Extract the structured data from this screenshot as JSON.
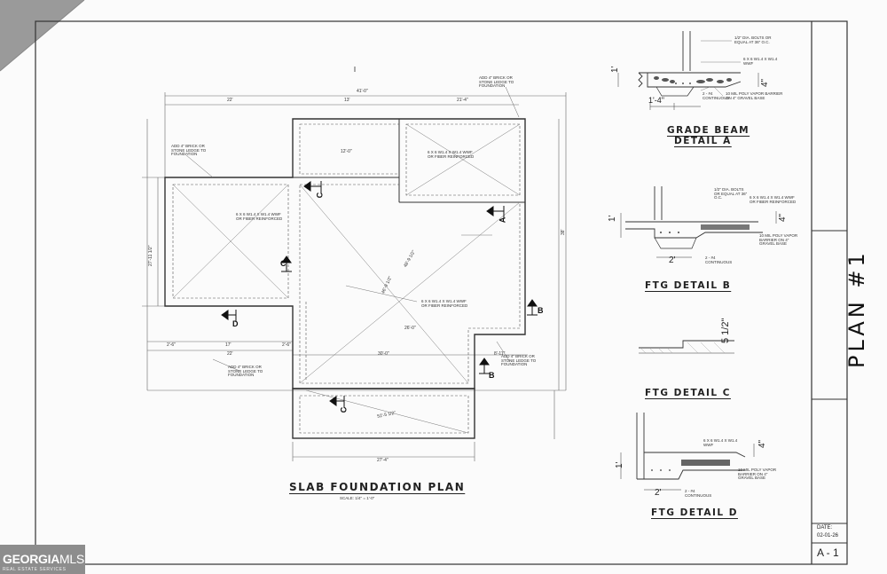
{
  "titles": {
    "slab": "SLAB FOUNDATION PLAN",
    "scale": "SCALE: 1/4\" = 1'-0\"",
    "grade_beam": "GRADE BEAM",
    "detail_a": "DETAIL A",
    "ftg_b": "FTG DETAIL B",
    "ftg_c": "FTG DETAIL C",
    "ftg_d": "FTG DETAIL D"
  },
  "title_block": {
    "plan": "PLAN #1",
    "date_label": "DATE:",
    "date": "02-01-26",
    "sheet": "A - 1"
  },
  "logo": {
    "brand_a": "GEORGIA",
    "brand_b": "MLS",
    "sub": "REAL ESTATE SERVICES"
  },
  "plan_dims": {
    "overall": "41'-0\"",
    "top_left": "22'",
    "top_mid": "13'",
    "top_right": "21'-4\"",
    "left_side": "27'-11 1/2\"",
    "right_side": "38'",
    "porch_width": "12'-0\"",
    "porch_bottom": "17'",
    "bottom_left": "2'-6\"",
    "bottom_mid": "22'",
    "bottom_right": "2'-6\"",
    "center_span": "26'-0\"",
    "center_lower": "30'-0\"",
    "right_offset": "8'-11\"",
    "bottom_width": "27'-4\"",
    "diag_main": "46'-9 1/2\"",
    "diag_right": "48'-9 1/2\"",
    "diag_bottom": "52'-5 1/2\""
  },
  "notes": {
    "brick_ledge_top": "ADD 4\" BRICK OR STONE LEDGE TO FOUNDATION",
    "brick_ledge_left": "ADD 4\" BRICK OR STONE LEDGE TO FOUNDATION",
    "brick_ledge_bottom": "ADD 4\" BRICK OR STONE LEDGE TO FOUNDATION",
    "brick_ledge_right": "ADD 4\" BRICK OR STONE LEDGE TO FOUNDATION",
    "mesh_garage": "6 X 6 W1.4 X W1.4 WWF OR FIBER REINFORCED",
    "mesh_left": "6 X 6 W1.4 X W1.4 WWF OR FIBER REINFORCED",
    "mesh_center": "6 X 6 W1.4 X W1.4 WWF OR FIBER REINFORCED",
    "bolts_a": "1/2\" DIA. BOLTS OR EQUAL AT 36\" O.C.",
    "mesh_a": "6 X 6 W1.4 X W1.4 WWF",
    "rebar_a": "2 - #4 CONTINUOUS",
    "poly_a": "10 MIL POLY VAPOR BARRIER ON 4\" GRAVEL BASE",
    "bolts_b": "1/2\" DIA. BOLTS OR EQUAL AT 36\" O.C.",
    "mesh_b": "6 X 6 W1.4 X W1.4 WWF OR FIBER REINFORCED",
    "poly_b": "10 MIL POLY VAPOR BARRIER ON 4\" GRAVEL BASE",
    "rebar_b": "2 - #4 CONTINUOUS",
    "mesh_d": "6 X 6 W1.4 X W1.4 WWF",
    "poly_d": "10 MIL POLY VAPOR BARRIER ON 4\" GRAVEL BASE",
    "rebar_d": "2 - #4 CONTINUOUS"
  },
  "detail_dims": {
    "a_height": "1'",
    "a_depth": "4\"",
    "a_width": "1'-4\"",
    "b_height": "1'",
    "b_depth": "4\"",
    "b_width": "2'",
    "c_drop": "5 1/2\"",
    "d_height": "1'",
    "d_depth": "4\"",
    "d_width": "2'"
  },
  "section_markers": {
    "a": "A",
    "b": "B",
    "c": "C",
    "d": "D"
  }
}
